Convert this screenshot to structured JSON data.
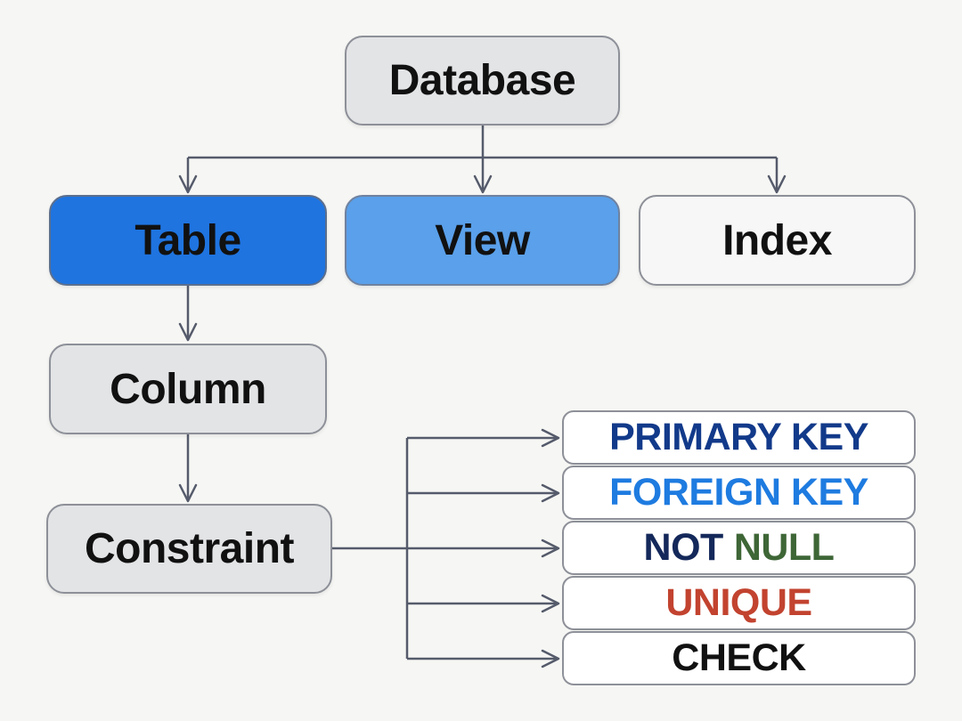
{
  "diagram": {
    "root": {
      "label": "Database"
    },
    "children": [
      {
        "label": "Table"
      },
      {
        "label": "View"
      },
      {
        "label": "Index"
      }
    ],
    "chain": [
      {
        "label": "Column"
      },
      {
        "label": "Constraint"
      }
    ],
    "constraints": [
      {
        "label": "PRIMARY KEY",
        "color": "#123a8a"
      },
      {
        "label": "FOREIGN KEY",
        "color": "#1e7be0"
      },
      {
        "label_part1": "NOT",
        "color_part1": "#14285a",
        "label_part2": "NULL",
        "color_part2": "#3e6636"
      },
      {
        "label": "UNIQUE",
        "color": "#c2432f"
      },
      {
        "label": "CHECK",
        "color": "#111111"
      }
    ],
    "colors": {
      "node_gray": "#e3e4e6",
      "table_fill": "#1f74e0",
      "view_fill": "#5aa0ea",
      "arrow": "#555b6b"
    }
  }
}
